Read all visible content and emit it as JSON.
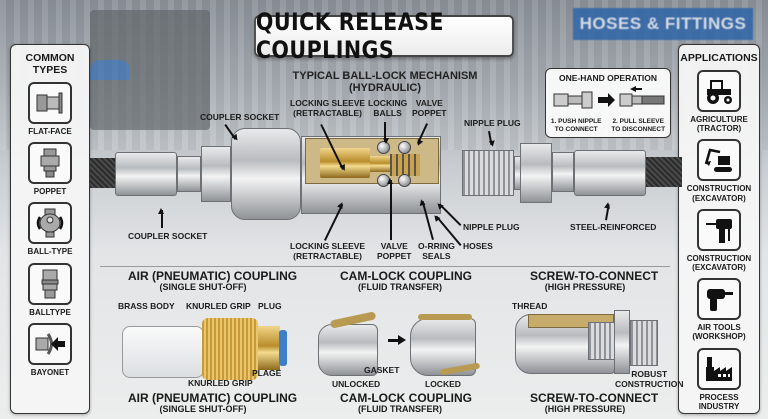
{
  "title": "QUICK RELEASE COUPLINGS",
  "subtitle": "TYPICAL BALL-LOCK MECHANISM (HYDRAULIC)",
  "background_sign": "HOSES & FITTINGS",
  "colors": {
    "banner_border": "#444444",
    "brass": "#b98d2c",
    "sign_blue": "#2e64a8",
    "hose_black": "#2c2c2c",
    "panel_bg": "#f5f5f5"
  },
  "left_panel": {
    "title": "COMMON TYPES",
    "items": [
      {
        "label": "FLAT-FACE",
        "icon": "flat-face-coupling-icon"
      },
      {
        "label": "POPPET",
        "icon": "poppet-coupling-icon"
      },
      {
        "label": "BALL-TYPE",
        "icon": "ball-type-coupling-icon"
      },
      {
        "label": "BALLTYPE",
        "icon": "balltype-coupling-icon"
      },
      {
        "label": "BAYONET",
        "icon": "bayonet-coupling-icon"
      }
    ]
  },
  "right_panel": {
    "title": "APPLICATIONS",
    "items": [
      {
        "line1": "AGRICULTURE",
        "line2": "(TRACTOR)",
        "icon": "tractor-icon"
      },
      {
        "line1": "CONSTRUCTION",
        "line2": "(EXCAVATOR)",
        "icon": "excavator-icon"
      },
      {
        "line1": "CONSTRUCTION",
        "line2": "(EXCAVATOR)",
        "icon": "drill-icon"
      },
      {
        "line1": "AIR TOOLS",
        "line2": "(WORKSHOP)",
        "icon": "impact-wrench-icon"
      },
      {
        "line1": "PROCESS",
        "line2": "INDUSTRY",
        "icon": "factory-icon"
      }
    ]
  },
  "one_hand": {
    "title": "ONE-HAND OPERATION",
    "step1_line1": "1. PUSH NIPPLE",
    "step1_line2": "TO CONNECT",
    "step2_line1": "2. PULL SLEEVE",
    "step2_line2": "TO DISCONNECT"
  },
  "main_labels": {
    "coupler_socket_top": "COUPLER SOCKET",
    "locking_sleeve_top_1": "LOCKING SLEEVE",
    "locking_sleeve_top_2": "(RETRACTABLE)",
    "locking_balls_1": "LOCKING",
    "locking_balls_2": "BALLS",
    "valve_poppet_top_1": "VALVE",
    "valve_poppet_top_2": "POPPET",
    "nipple_plug_top": "NIPPLE PLUG",
    "coupler_socket_bottom": "COUPLER SOCKET",
    "locking_sleeve_bottom_1": "LOCKING SLEEVE",
    "locking_sleeve_bottom_2": "(RETRACTABLE)",
    "valve_poppet_bottom_1": "VALVE",
    "valve_poppet_bottom_2": "POPPET",
    "oring_1": "O-RRING",
    "oring_2": "SEALS",
    "nipple_plug_side": "NIPPLE PLUG",
    "hoses": "HOSES",
    "steel_reinforced": "STEEL-REINFORCED"
  },
  "sections": {
    "air": {
      "title": "AIR (PNEUMATIC) COUPLING",
      "sub": "(SINGLE SHUT-OFF)",
      "labels": {
        "brass_body": "BRASS BODY",
        "knurled_top": "KNURLED GRIP",
        "plug": "PLUG",
        "plage": "PLAGE",
        "knurled_bottom": "KNURLED GRIP"
      },
      "footer_title": "AIR (PNEUMATIC) COUPLING",
      "footer_sub": "(SINGLE SHUT-OFF)"
    },
    "camlock": {
      "title": "CAM-LOCK COUPLING",
      "sub": "(FLUID TRANSFER)",
      "labels": {
        "gasket": "GASKET",
        "unlocked": "UNLOCKED",
        "locked": "LOCKED"
      },
      "footer_title": "CAM-LOCK COUPLING",
      "footer_sub": "(FLUID TRANSFER)"
    },
    "screw": {
      "title": "SCREW-TO-CONNECT",
      "sub": "(HIGH PRESSURE)",
      "labels": {
        "thread": "THREAD",
        "robust_1": "ROBUST",
        "robust_2": "CONSTRUCTION"
      },
      "footer_title": "SCREW-TO-CONNECT",
      "footer_sub": "(HIGH PRESSURE)"
    }
  }
}
